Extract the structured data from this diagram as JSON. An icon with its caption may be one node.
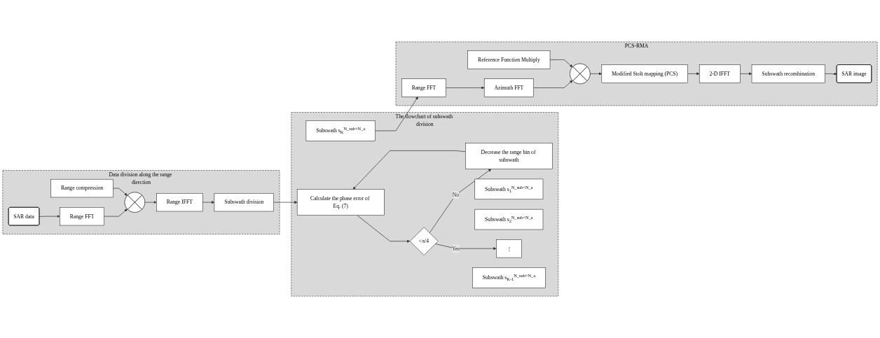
{
  "diagram": {
    "nodes": [
      {
        "text": [
          "Data division along the range direction"
        ]
      },
      {
        "text": [
          "SAR data"
        ],
        "in": 0
      },
      {
        "text": [
          "Range FFT"
        ],
        "in": 0
      },
      {
        "text": [
          "Range compression"
        ],
        "in": 0
      },
      {
        "text": [],
        "shape": "circle",
        "in": 0
      },
      {
        "text": [
          "Range IFFT"
        ],
        "in": 0
      },
      {
        "text": [
          "Subswath division"
        ],
        "in": 0
      },
      {
        "text": [
          "The flowchart of subswath division"
        ]
      },
      {
        "text": [
          "Decrease the range bin of subswath"
        ],
        "in": 7
      },
      {
        "text": [
          "Calculate the phase error of Eq. (7)"
        ],
        "in": 7
      },
      {
        "text": [
          "<π/4"
        ],
        "in": 7
      },
      {
        "text": [
          "Subswath s$_{1}$$^{N_sub×N_a}$"
        ],
        "in": 7
      },
      {
        "text": [
          "Subswath s$_{2}$$^{N_sub×N_a}$"
        ],
        "in": 7
      },
      {
        "text": [
          "⋮"
        ],
        "in": 7
      },
      {
        "text": [
          "Subswath s$_{K-1}$$^{N_sub×N_a}$"
        ],
        "in": 7
      },
      {
        "text": [
          "Subswath s$_{K}$$^{N_sub×N_a}$"
        ],
        "in": 7
      },
      {
        "text": [
          "PCS-RMA"
        ]
      },
      {
        "text": [
          "SAR image"
        ],
        "in": 16
      },
      {
        "text": [
          "Subswath recombination"
        ],
        "in": 16
      },
      {
        "text": [
          "2-D IFFT"
        ],
        "in": 16
      },
      {
        "text": [
          "Modified Stolt mapping (PCS)"
        ],
        "in": 16
      },
      {
        "text": [],
        "shape": "circle",
        "in": 16
      },
      {
        "text": [
          "Reference Function Multiply"
        ],
        "in": 16
      },
      {
        "text": [
          "Azimuth FFT"
        ],
        "in": 16
      },
      {
        "text": [
          "Range FFT"
        ],
        "in": 16
      }
    ],
    "edges": [
      {
        "from": 1,
        "to": 2,
        "arrow": "to"
      },
      {
        "from": 2,
        "to": 4,
        "arrow": "to"
      },
      {
        "from": 3,
        "to": 4,
        "arrow": "to"
      },
      {
        "from": 4,
        "to": 5,
        "arrow": "to"
      },
      {
        "from": 5,
        "to": 6,
        "arrow": "to"
      },
      {
        "from": 6,
        "to": 9,
        "arrow": "to"
      },
      {
        "from": 9,
        "to": 10,
        "arrow": "to"
      },
      {
        "from": 10,
        "to": 8,
        "arrow": "to",
        "label": "No"
      },
      {
        "from": 8,
        "to": 9,
        "arrow": "to"
      },
      {
        "from": 10,
        "to": 13,
        "arrow": "to",
        "label": "Yes"
      },
      {
        "from": 15,
        "to": 24,
        "arrow": "to"
      },
      {
        "from": 24,
        "to": 23,
        "arrow": "to"
      },
      {
        "from": 23,
        "to": 21,
        "arrow": "to"
      },
      {
        "from": 22,
        "to": 21,
        "arrow": "to"
      },
      {
        "from": 21,
        "to": 20,
        "arrow": "to"
      },
      {
        "from": 20,
        "to": 19,
        "arrow": "to"
      },
      {
        "from": 19,
        "to": 18,
        "arrow": "to"
      },
      {
        "from": 18,
        "to": 17,
        "arrow": "to"
      }
    ]
  }
}
